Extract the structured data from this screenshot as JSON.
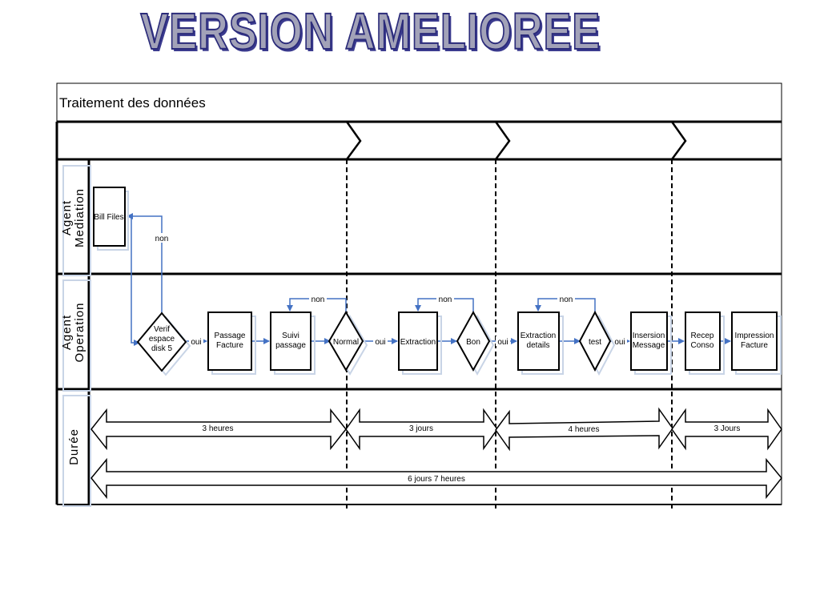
{
  "page_title": "VERSION AMELIOREE",
  "diagram_title": "Traitement des données",
  "lanes": {
    "mediation": "Agent\nMediation",
    "operation": "Agent\nOperation",
    "duree": "Durée"
  },
  "nodes": {
    "bill_files": "Bill Files",
    "verif_espace": "Verif\nespace\ndisk 5",
    "passage_facture": "Passage\nFacture",
    "suivi_passage": "Suivi\npassage",
    "normal": "Normal",
    "extraction": "Extraction",
    "bon": "Bon",
    "extraction_details": "Extraction\ndetails",
    "test": "test",
    "insersion_message": "Insersion\nMessage",
    "recep_conso": "Recep\nConso",
    "impression_facture": "Impression\nFacture"
  },
  "edge_labels": {
    "non": "non",
    "oui": "oui"
  },
  "durations": {
    "d1": "3 heures",
    "d2": "3 jours",
    "d3": "4 heures",
    "d4": "3 Jours",
    "total": "6 jours  7 heures"
  }
}
